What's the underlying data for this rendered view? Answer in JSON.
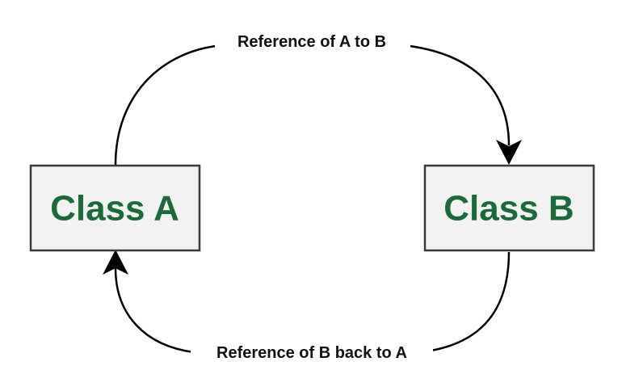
{
  "diagram": {
    "nodes": {
      "class_a": {
        "label": "Class A"
      },
      "class_b": {
        "label": "Class B"
      }
    },
    "edges": {
      "a_to_b": {
        "label": "Reference of A to B"
      },
      "b_to_a": {
        "label": "Reference of B back to A"
      }
    }
  },
  "colors": {
    "node_text": "#1b6b3a",
    "box_fill": "#f2f2f2",
    "box_border": "#3a3a3a",
    "edge": "#000000"
  }
}
